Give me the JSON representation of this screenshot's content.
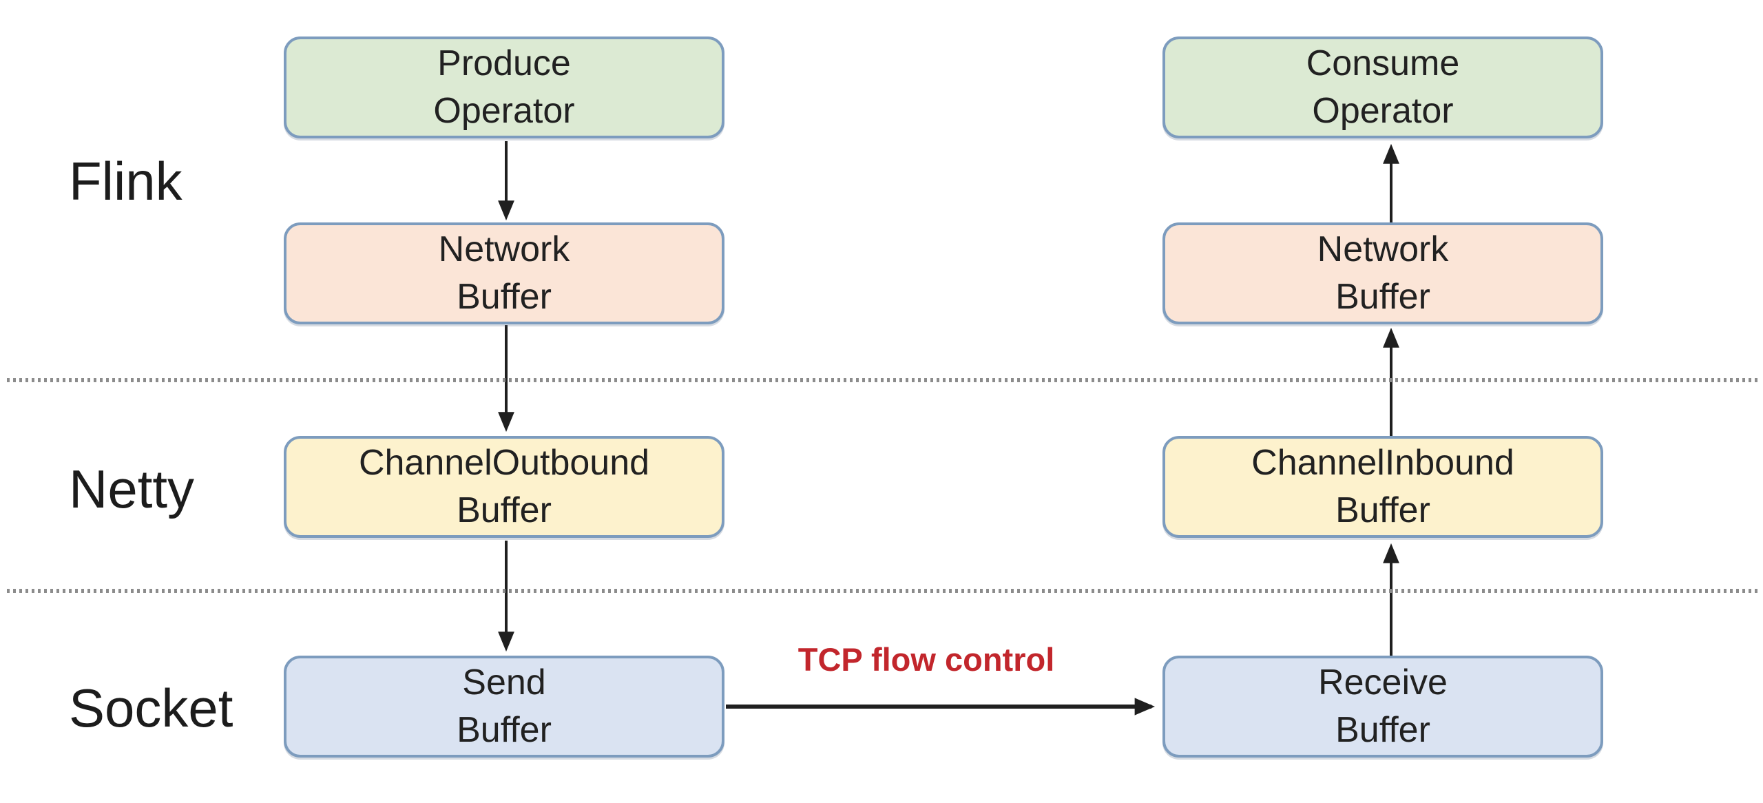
{
  "colors": {
    "node-green": "#dcead3",
    "node-salmon": "#fbe5d7",
    "node-yellow": "#fdf2cd",
    "node-blue": "#dae3f2",
    "node-border": "#7d9cbe",
    "arrow": "#1f1f1f",
    "divider": "#8c8c8c",
    "label-text": "#1c1c1c",
    "edge-label-red": "#c2262c"
  },
  "layers": {
    "flink": "Flink",
    "netty": "Netty",
    "socket": "Socket"
  },
  "nodes": {
    "produce_operator": {
      "line1": "Produce",
      "line2": "Operator"
    },
    "network_buffer_left": {
      "line1": "Network",
      "line2": "Buffer"
    },
    "channel_outbound": {
      "line1": "ChannelOutbound",
      "line2": "Buffer"
    },
    "send_buffer": {
      "line1": "Send",
      "line2": "Buffer"
    },
    "consume_operator": {
      "line1": "Consume",
      "line2": "Operator"
    },
    "network_buffer_right": {
      "line1": "Network",
      "line2": "Buffer"
    },
    "channel_inbound": {
      "line1": "ChannelInbound",
      "line2": "Buffer"
    },
    "receive_buffer": {
      "line1": "Receive",
      "line2": "Buffer"
    }
  },
  "edge_label": "TCP flow control"
}
